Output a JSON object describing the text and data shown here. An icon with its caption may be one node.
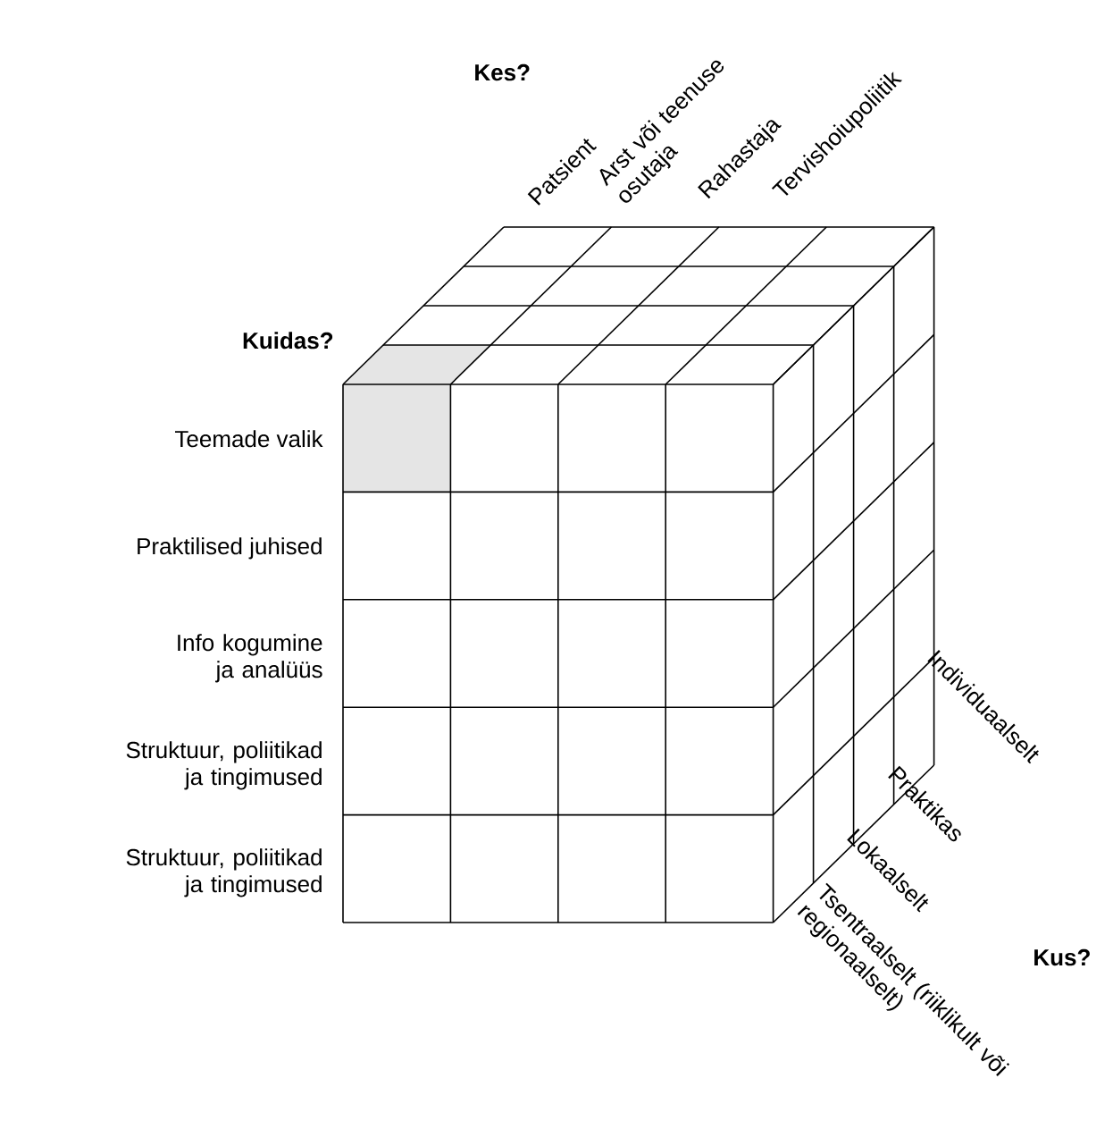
{
  "diagram": {
    "labels": [
      "Kes?",
      "Patsient",
      "Arst või teenuse osutaja",
      "Rahastaja",
      "Tervishoiupoliitik",
      "Kuidas?",
      "Teemade valik",
      "Praktilised juhised",
      "Info kogumine ja analüüs",
      "Struktuur, poliitikad ja tingimused",
      "Struktuur, poliitikad ja tingimused",
      "Individuaalselt",
      "Praktikas",
      "Lokaalselt",
      "Tsentraalselt (riiklikult või regionaalselt)",
      "Kus?"
    ]
  }
}
